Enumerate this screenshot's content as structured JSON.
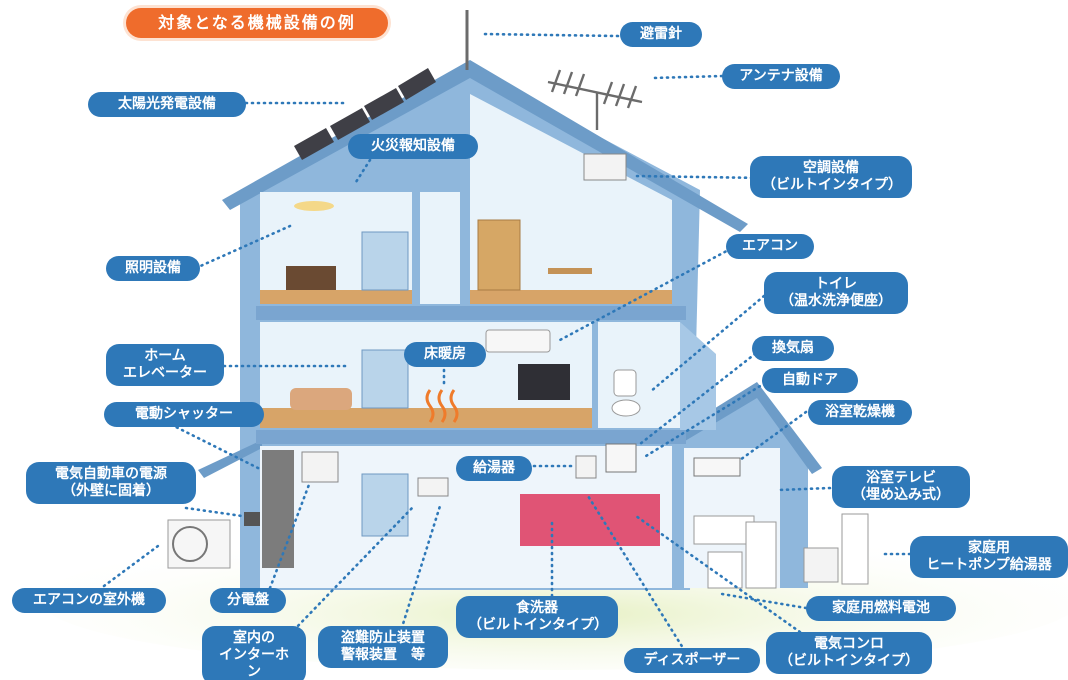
{
  "title": "対象となる機械設備の例",
  "labels": {
    "lightning_rod": "避雷針",
    "antenna": "アンテナ設備",
    "solar": "太陽光発電設備",
    "fire_alarm": "火災報知設備",
    "aircon_builtin": "空調設備\n（ビルトインタイプ）",
    "lighting": "照明設備",
    "air_conditioner": "エアコン",
    "toilet": "トイレ\n（温水洗浄便座）",
    "home_elevator": "ホーム\nエレベーター",
    "floor_heating": "床暖房",
    "ventilation_fan": "換気扇",
    "auto_door": "自動ドア",
    "electric_shutter": "電動シャッター",
    "bath_dryer": "浴室乾燥機",
    "ev_power": "電気自動車の電源\n（外壁に固着）",
    "water_heater": "給湯器",
    "bath_tv": "浴室テレビ\n（埋め込み式）",
    "heat_pump": "家庭用\nヒートポンプ給湯器",
    "ac_outdoor": "エアコンの室外機",
    "distribution_board": "分電盤",
    "fuel_cell": "家庭用燃料電池",
    "intercom": "室内の\nインターホン",
    "security": "盗難防止装置\n警報装置　等",
    "dishwasher": "食洗器\n（ビルトインタイプ）",
    "disposer": "ディスポーザー",
    "electric_stove": "電気コンロ\n（ビルトインタイプ）"
  },
  "colors": {
    "label_bg": "#2e78b8",
    "title_bg": "#ef6c2c",
    "house_wall": "#8fb7dc",
    "room": "#e9f3fa",
    "floor": "#d7a468",
    "grass": "#dbeab0"
  }
}
